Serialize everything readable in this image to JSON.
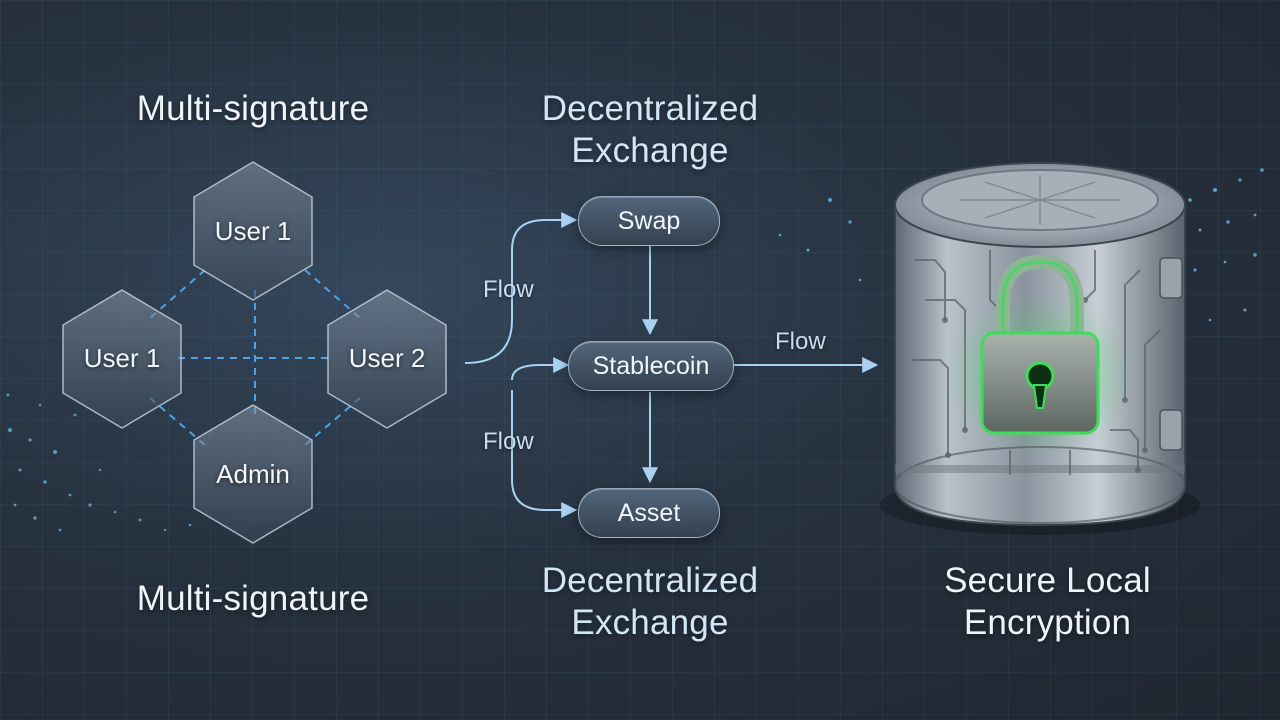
{
  "multisig": {
    "title_top": "Multi-signature",
    "title_bottom": "Multi-signature",
    "nodes": {
      "top": "User 1",
      "left": "User 1",
      "right": "User 2",
      "bottom": "Admin"
    }
  },
  "dex": {
    "title_top": "Decentralized Exchange",
    "title_bottom": "Decentralized Exchange",
    "nodes": {
      "swap": "Swap",
      "stablecoin": "Stablecoin",
      "asset": "Asset"
    },
    "flow_labels": {
      "upper": "Flow",
      "lower": "Flow",
      "to_vault": "Flow"
    }
  },
  "vault": {
    "title": "Secure Local Encryption",
    "icons": [
      "vault-icon",
      "padlock-icon"
    ]
  },
  "colors": {
    "accent_blue": "#8ec4ee",
    "connector_blue": "#4ea3e6",
    "lock_green": "#3ddc5a"
  }
}
